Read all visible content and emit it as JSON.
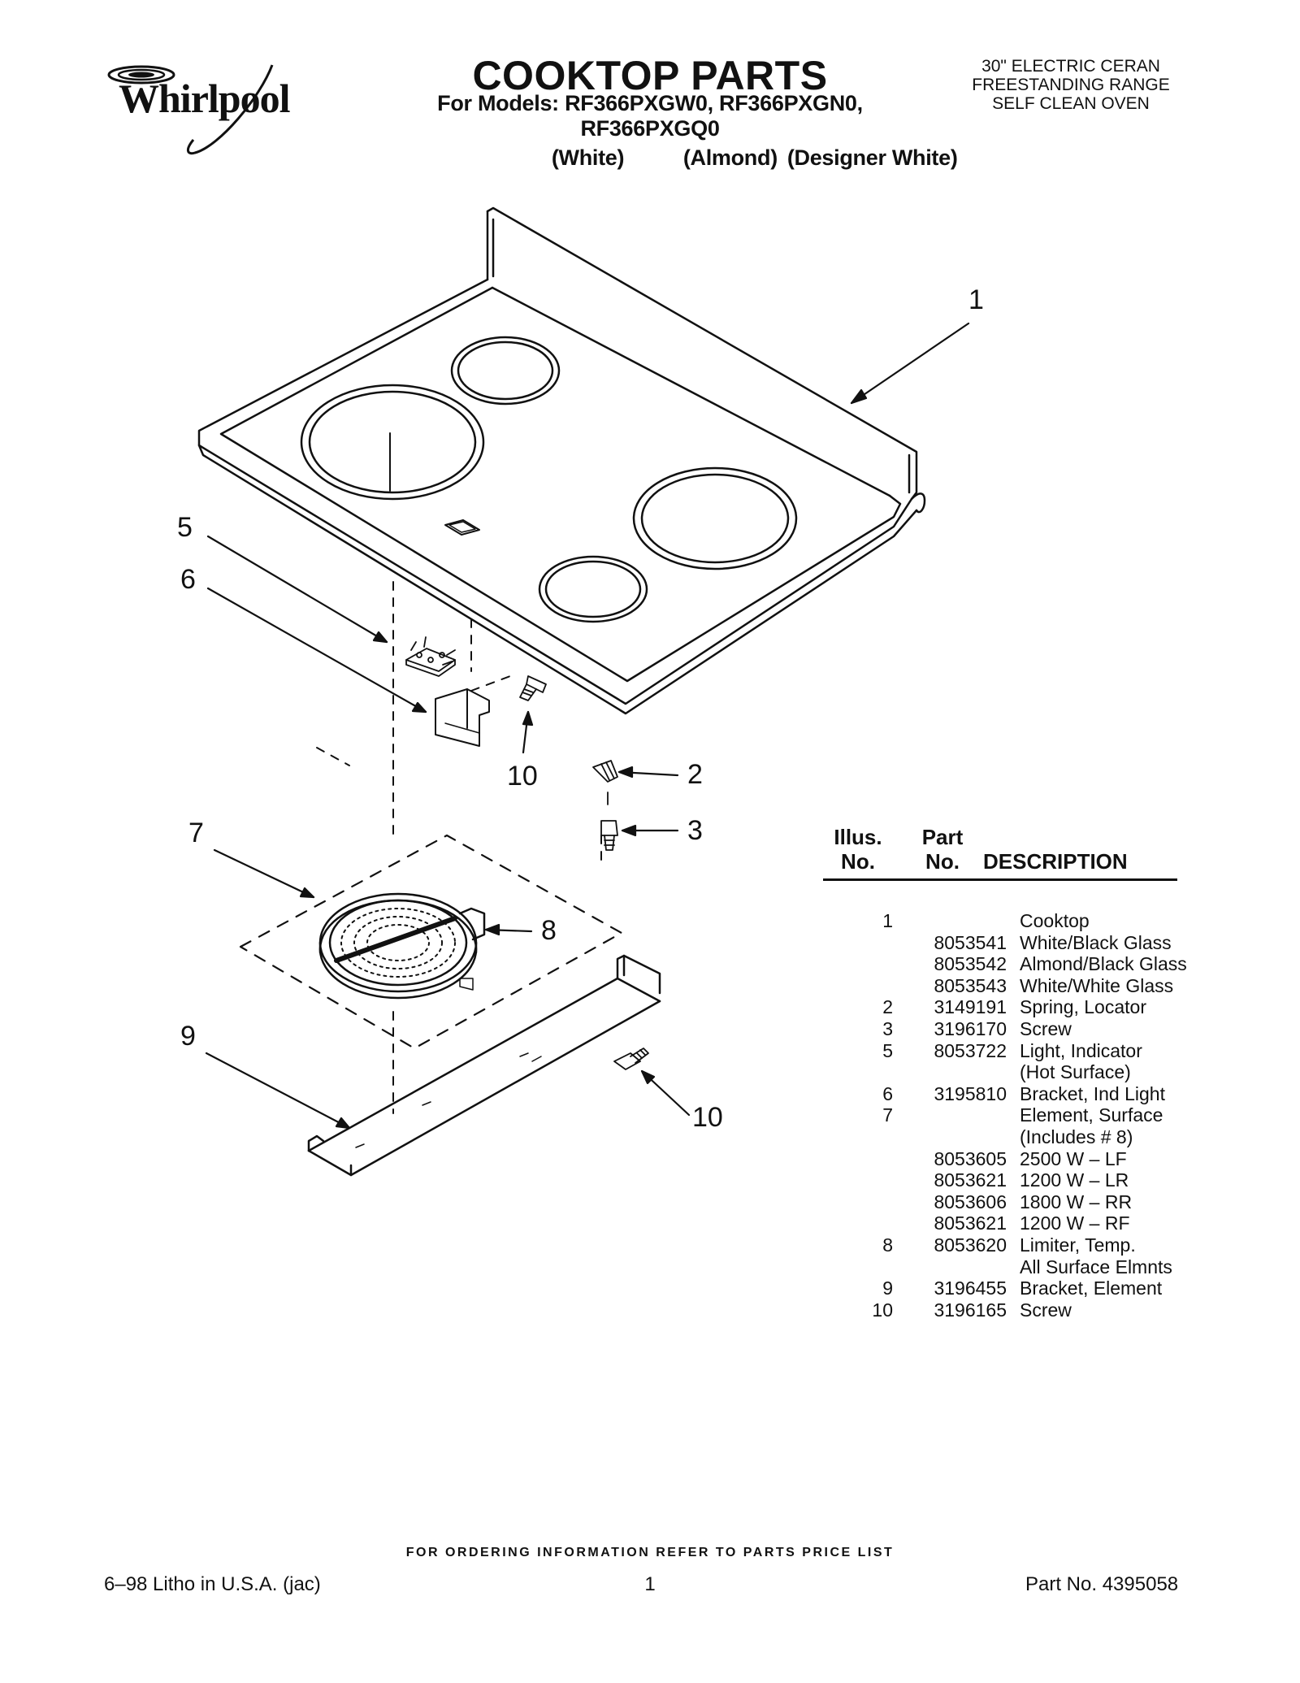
{
  "brand": {
    "name": "Whirlpool"
  },
  "header": {
    "title": "COOKTOP PARTS",
    "models_line": "For Models: RF366PXGW0, RF366PXGN0, RF366PXGQ0",
    "variants": [
      "(White)",
      "(Almond)",
      "(Designer White)"
    ],
    "product_lines": [
      "30\" ELECTRIC CERAN",
      "FREESTANDING RANGE",
      "SELF CLEAN OVEN"
    ]
  },
  "diagram": {
    "callouts": [
      "1",
      "2",
      "3",
      "5",
      "6",
      "7",
      "8",
      "9",
      "10",
      "10"
    ]
  },
  "parts_table": {
    "headers": {
      "illus": [
        "Illus.",
        "No."
      ],
      "part": [
        "Part",
        "No."
      ],
      "description": "DESCRIPTION"
    },
    "rows": [
      {
        "illus": "1",
        "part": "",
        "desc": "Cooktop"
      },
      {
        "illus": "",
        "part": "8053541",
        "desc": "White/Black Glass"
      },
      {
        "illus": "",
        "part": "8053542",
        "desc": "Almond/Black Glass"
      },
      {
        "illus": "",
        "part": "8053543",
        "desc": "White/White Glass"
      },
      {
        "illus": "2",
        "part": "3149191",
        "desc": "Spring, Locator"
      },
      {
        "illus": "3",
        "part": "3196170",
        "desc": "Screw"
      },
      {
        "illus": "5",
        "part": "8053722",
        "desc": "Light, Indicator"
      },
      {
        "illus": "",
        "part": "",
        "desc": "(Hot Surface)"
      },
      {
        "illus": "6",
        "part": "3195810",
        "desc": "Bracket, Ind Light"
      },
      {
        "illus": "7",
        "part": "",
        "desc": "Element, Surface"
      },
      {
        "illus": "",
        "part": "",
        "desc": "(Includes # 8)"
      },
      {
        "illus": "",
        "part": "8053605",
        "desc": "2500 W – LF"
      },
      {
        "illus": "",
        "part": "8053621",
        "desc": "1200 W – LR"
      },
      {
        "illus": "",
        "part": "8053606",
        "desc": "1800 W – RR"
      },
      {
        "illus": "",
        "part": "8053621",
        "desc": "1200 W – RF"
      },
      {
        "illus": "8",
        "part": "8053620",
        "desc": "Limiter, Temp."
      },
      {
        "illus": "",
        "part": "",
        "desc": "All Surface Elmnts"
      },
      {
        "illus": "9",
        "part": "3196455",
        "desc": "Bracket, Element"
      },
      {
        "illus": "10",
        "part": "3196165",
        "desc": "Screw"
      }
    ]
  },
  "footer": {
    "ordering_note": "FOR ORDERING INFORMATION REFER TO PARTS PRICE LIST",
    "litho": "6–98 Litho in U.S.A. (jac)",
    "page_number": "1",
    "part_no": "Part No. 4395058"
  }
}
